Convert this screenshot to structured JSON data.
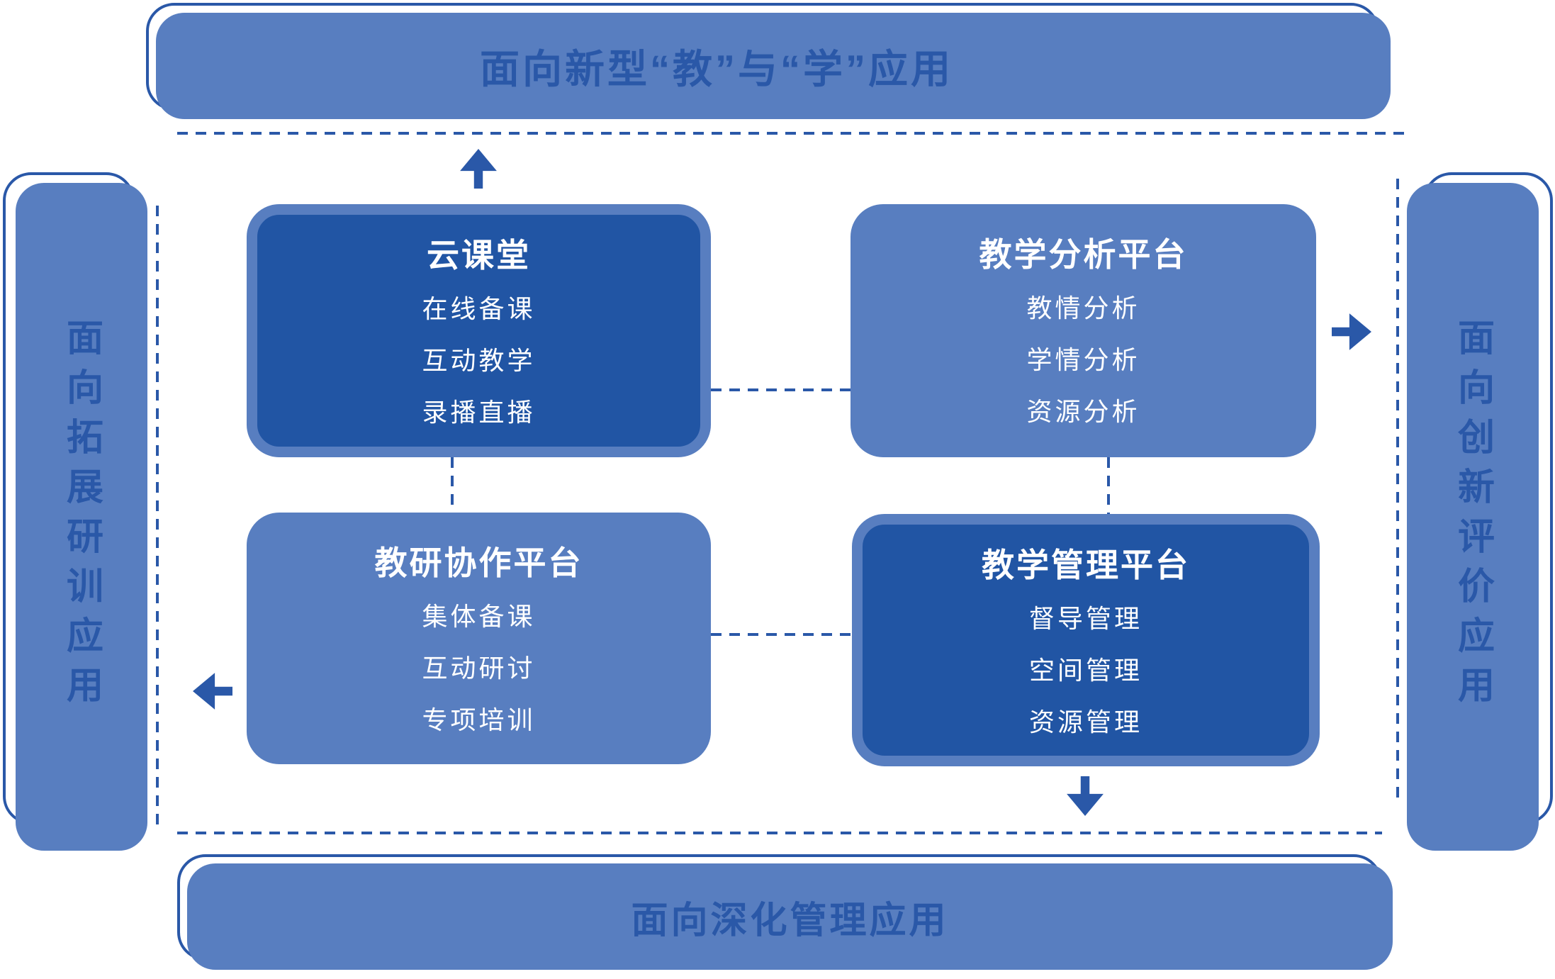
{
  "banners": {
    "top": {
      "label": "面向新型“教”与“学”应用"
    },
    "bottom": {
      "label": "面向深化管理应用"
    },
    "left": {
      "label": "面向拓展研训应用"
    },
    "right": {
      "label": "面向创新评价应用"
    }
  },
  "boxes": [
    {
      "id": "cloud-classroom",
      "title": "云课堂",
      "items": [
        "在线备课",
        "互动教学",
        "录播直播"
      ],
      "variant": "dark"
    },
    {
      "id": "teaching-analysis",
      "title": "教学分析平台",
      "items": [
        "教情分析",
        "学情分析",
        "资源分析"
      ],
      "variant": "light"
    },
    {
      "id": "research-collaboration",
      "title": "教研协作平台",
      "items": [
        "集体备课",
        "互动研讨",
        "专项培训"
      ],
      "variant": "light"
    },
    {
      "id": "teaching-management",
      "title": "教学管理平台",
      "items": [
        "督导管理",
        "空间管理",
        "资源管理"
      ],
      "variant": "dark"
    }
  ],
  "arrows": [
    "up",
    "right",
    "left",
    "down"
  ],
  "colors": {
    "light_blue": "#587EC0",
    "dark_blue": "#2155A4",
    "accent": "#2A58A8",
    "box_text": "#FFFFFF"
  }
}
